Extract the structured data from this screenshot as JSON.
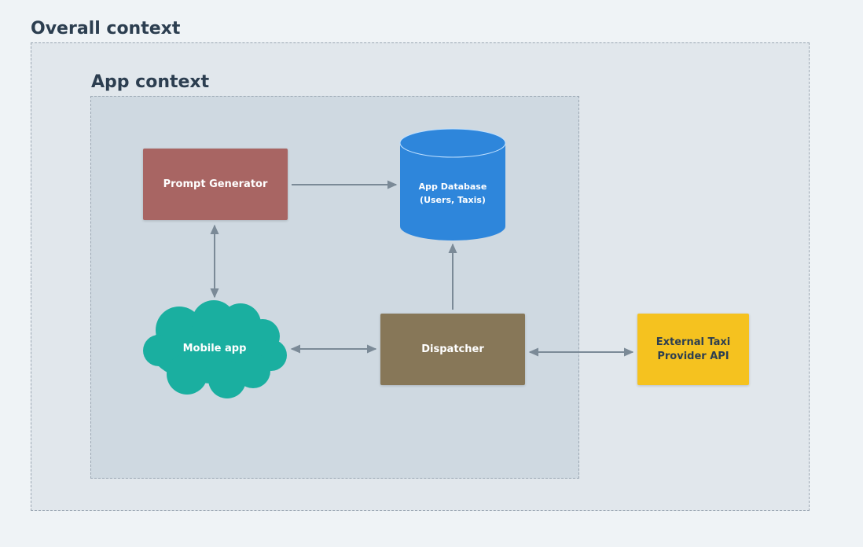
{
  "contexts": {
    "overall_title": "Overall context",
    "app_title": "App context"
  },
  "nodes": {
    "prompt_generator": "Prompt Generator",
    "app_database_line1": "App Database",
    "app_database_line2": "(Users, Taxis)",
    "mobile_app": "Mobile app",
    "dispatcher": "Dispatcher",
    "external_line1": "External Taxi",
    "external_line2": "Provider API"
  },
  "colors": {
    "overall_bg": "#e1e7ec",
    "app_bg": "#cfd9e1",
    "prompt_generator": "#a86563",
    "app_database": "#2e86db",
    "mobile_app": "#1aafa0",
    "dispatcher": "#877758",
    "external_api": "#f5c21f",
    "connector": "#7b8a97"
  }
}
